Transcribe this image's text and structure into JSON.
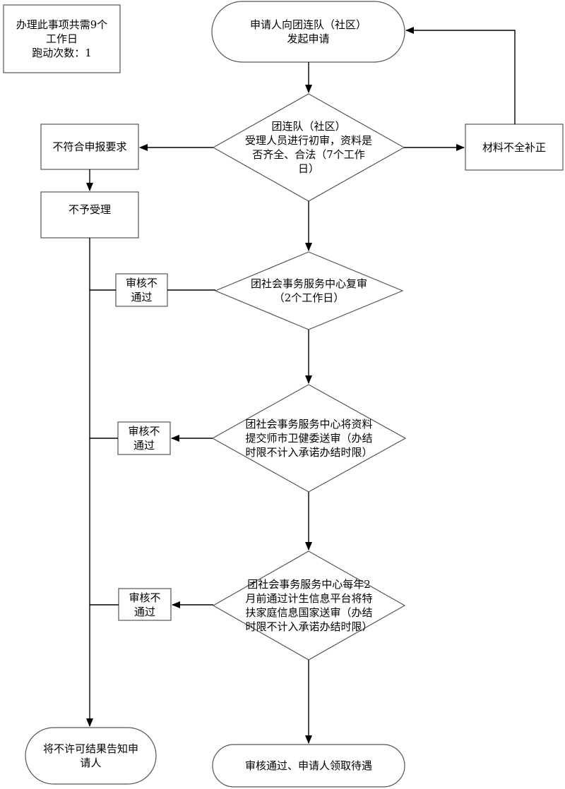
{
  "info_box": "办理此事项共需9个\n工作日\n跑动次数：1",
  "nodes": {
    "start": "申请人向团连队（社区）\n发起申请",
    "initial_review": "团连队（社区）\n受理人员进行初审，资料是\n否齐全、合法（7个工作\n日）",
    "incomplete": "材料不全补正",
    "not_compliant": "不符合申报要求",
    "not_accepted": "不予受理",
    "second_review": "团社会事务服务中心复审\n（2个工作日）",
    "health_review": "团社会事务服务中心将资料\n提交师市卫健委送审（办结\n时限不计入承诺办结时限）",
    "national_review": "团社会事务服务中心每年2\n月前通过计生信息平台将特\n扶家庭信息国家送审（办结\n时限不计入承诺办结时限）",
    "fail_notice": "将不许可结果告知申\n请人",
    "pass_end": "审核通过、申请人领取待遇"
  },
  "edge_labels": {
    "fail_1": "审核不\n通过",
    "fail_2": "审核不\n通过",
    "fail_3": "审核不\n通过"
  },
  "colors": {
    "line": "#000000",
    "shape_border": "#555555",
    "background": "#ffffff"
  }
}
